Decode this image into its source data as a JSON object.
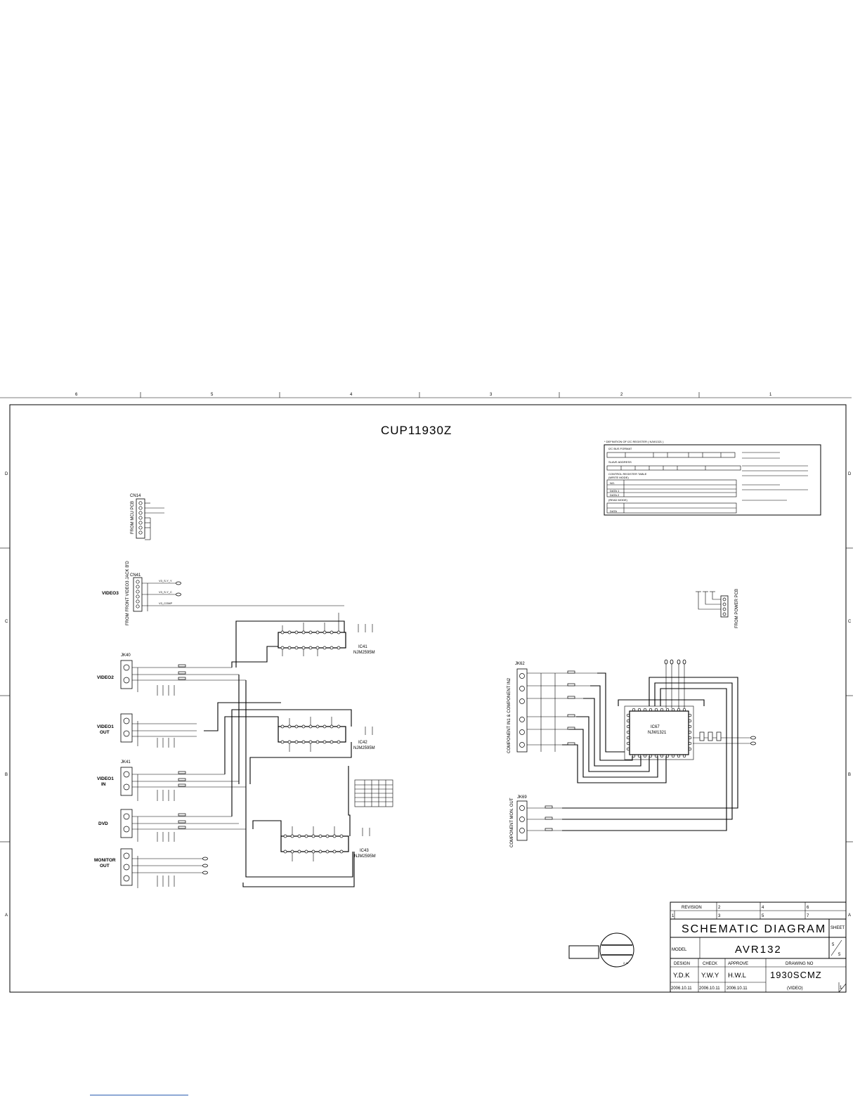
{
  "sheet": {
    "title": "CUP11930Z",
    "zone_numbers_top": [
      "6",
      "5",
      "4",
      "3",
      "2",
      "1"
    ],
    "zone_letters_left": [
      "D",
      "C",
      "B",
      "A"
    ],
    "zone_letters_right": [
      "D",
      "C",
      "B",
      "A"
    ]
  },
  "connectors": {
    "cn14": {
      "ref": "CN14",
      "caption": "FROM MCU PCB"
    },
    "cn41": {
      "ref": "CN41",
      "caption": "FROM FRONT VIDEO3 JACK B'D",
      "video3_label": "VIDEO3",
      "net_v3_comp": "V3_COMP",
      "net_v3_y": "V3_S-Y_Y",
      "net_v3_c": "V3_S-Y_C"
    },
    "power": {
      "caption": "FROM POWER PCB"
    }
  },
  "jacks": {
    "jk40": {
      "ref": "JK40",
      "label": "VIDEO2"
    },
    "video1_out": {
      "label_line1": "VIDEO1",
      "label_line2": "OUT"
    },
    "jk41": {
      "ref": "JK41",
      "label_line1": "VIDEO1",
      "label_line2": "IN"
    },
    "dvd": {
      "label": "DVD"
    },
    "monitor_out": {
      "label_line1": "MONITOR",
      "label_line2": "OUT"
    },
    "jk62": {
      "ref": "JK62",
      "caption": "COMPONENT IN1 & COMPONENT IN2"
    },
    "jk69": {
      "ref": "JK69",
      "caption": "COMPONENT MON. OUT"
    }
  },
  "ics": {
    "ic41": {
      "ref": "IC41",
      "part": "NJM2595M"
    },
    "ic42": {
      "ref": "IC42",
      "part": "NJM2595M"
    },
    "ic43": {
      "ref": "IC43",
      "part": "NJM2595M"
    },
    "ic67": {
      "ref": "IC67",
      "part": "NJW1321"
    }
  },
  "register_box": {
    "heading": "* DEFINITION OF I2C REGISTER ( NJW1321 )",
    "rows": [
      "I2C BUS FORMAT",
      "SLAVE ADDRESS",
      "CONTROL REGISTER TABLE",
      "(WRITE MODE)",
      "(READ MODE)"
    ],
    "cells": [
      "NO.",
      "DATA 1",
      "DATA 2",
      "DATA"
    ]
  },
  "title_block": {
    "revision_label": "REVISION",
    "revision_numbers": [
      "1",
      "2",
      "3",
      "4",
      "5",
      "6",
      "7"
    ],
    "heading": "SCHEMATIC DIAGRAM",
    "sheet_label": "SHEET",
    "sheet_num": "5",
    "sheet_total": "5",
    "model_label": "MODEL",
    "model": "AVR132",
    "design_label": "DESIGN",
    "check_label": "CHECK",
    "approve_label": "APPROVE",
    "drawing_no_label": "DRAWING NO",
    "design_by": "Y.D.K",
    "check_by": "Y.W.Y",
    "approve_by": "H.W.L",
    "drawing_no": "1930SCMZ",
    "design_date": "2006.10.11",
    "check_date": "2006.10.11",
    "approve_date": "2006.10.11",
    "subtitle": "(VIDEO)",
    "page_mark": "1",
    "stamp_text": "2.11"
  }
}
